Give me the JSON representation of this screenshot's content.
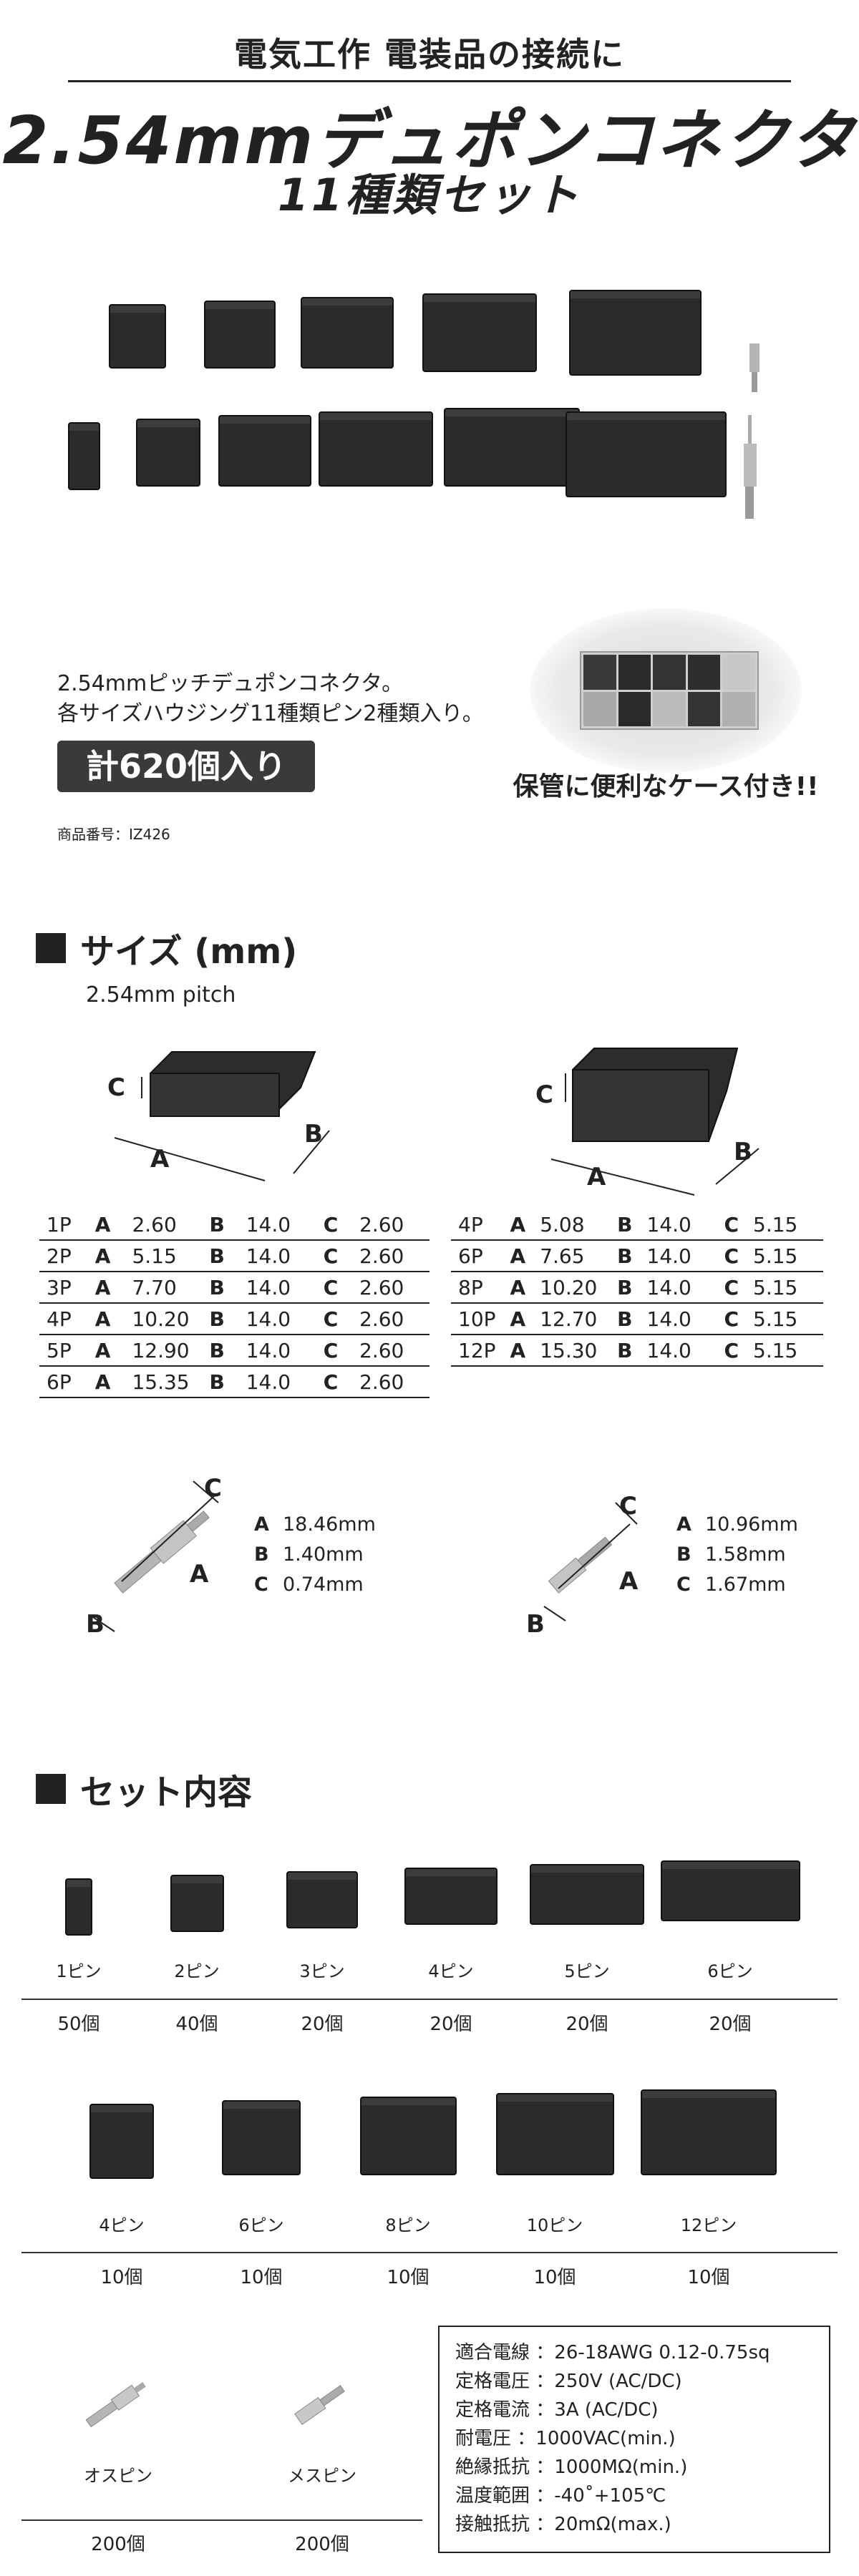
{
  "header": {
    "top": "電気工作 電装品の接続に",
    "main": "2.54mmデュポンコネクタ",
    "sub": "11種類セット"
  },
  "intro": {
    "line1": "2.54mmピッチデュポンコネクタ。",
    "line2": "各サイズハウジング11種類ピン2種類入り。",
    "badge": "計620個入り",
    "case_caption": "保管に便利なケース付き!!",
    "product_code": "商品番号：IZ426"
  },
  "size_section": {
    "title": "サイズ (mm)",
    "pitch": "2.54mm pitch",
    "diagram_labels": {
      "a": "A",
      "b": "B",
      "c": "C"
    },
    "left_table": [
      {
        "p": "1P",
        "a": "2.60",
        "b": "14.0",
        "c": "2.60"
      },
      {
        "p": "2P",
        "a": "5.15",
        "b": "14.0",
        "c": "2.60"
      },
      {
        "p": "3P",
        "a": "7.70",
        "b": "14.0",
        "c": "2.60"
      },
      {
        "p": "4P",
        "a": "10.20",
        "b": "14.0",
        "c": "2.60"
      },
      {
        "p": "5P",
        "a": "12.90",
        "b": "14.0",
        "c": "2.60"
      },
      {
        "p": "6P",
        "a": "15.35",
        "b": "14.0",
        "c": "2.60"
      }
    ],
    "right_table": [
      {
        "p": "4P",
        "a": "5.08",
        "b": "14.0",
        "c": "5.15"
      },
      {
        "p": "6P",
        "a": "7.65",
        "b": "14.0",
        "c": "5.15"
      },
      {
        "p": "8P",
        "a": "10.20",
        "b": "14.0",
        "c": "5.15"
      },
      {
        "p": "10P",
        "a": "12.70",
        "b": "14.0",
        "c": "5.15"
      },
      {
        "p": "12P",
        "a": "15.30",
        "b": "14.0",
        "c": "5.15"
      }
    ],
    "male_pin": {
      "a": "18.46mm",
      "b": "1.40mm",
      "c": "0.74mm"
    },
    "female_pin": {
      "a": "10.96mm",
      "b": "1.58mm",
      "c": "1.67mm"
    }
  },
  "set_section": {
    "title": "セット内容",
    "row1": [
      {
        "name": "1ピン",
        "qty": "50個"
      },
      {
        "name": "2ピン",
        "qty": "40個"
      },
      {
        "name": "3ピン",
        "qty": "20個"
      },
      {
        "name": "4ピン",
        "qty": "20個"
      },
      {
        "name": "5ピン",
        "qty": "20個"
      },
      {
        "name": "6ピン",
        "qty": "20個"
      }
    ],
    "row2": [
      {
        "name": "4ピン",
        "qty": "10個"
      },
      {
        "name": "6ピン",
        "qty": "10個"
      },
      {
        "name": "8ピン",
        "qty": "10個"
      },
      {
        "name": "10ピン",
        "qty": "10個"
      },
      {
        "name": "12ピン",
        "qty": "10個"
      }
    ],
    "row3": [
      {
        "name": "オスピン",
        "qty": "200個"
      },
      {
        "name": "メスピン",
        "qty": "200個"
      }
    ]
  },
  "specs": [
    {
      "k": "適合電線",
      "v": "26-18AWG  0.12-0.75sq"
    },
    {
      "k": "定格電圧",
      "v": "250V (AC/DC)"
    },
    {
      "k": "定格電流",
      "v": "3A (AC/DC)"
    },
    {
      "k": "耐電圧",
      "v": "1000VAC(min.)"
    },
    {
      "k": "絶縁抵抗",
      "v": "1000MΩ(min.)"
    },
    {
      "k": "温度範囲",
      "v": "-40˚+105℃"
    },
    {
      "k": "接触抵抗",
      "v": "20mΩ(max.)"
    }
  ]
}
